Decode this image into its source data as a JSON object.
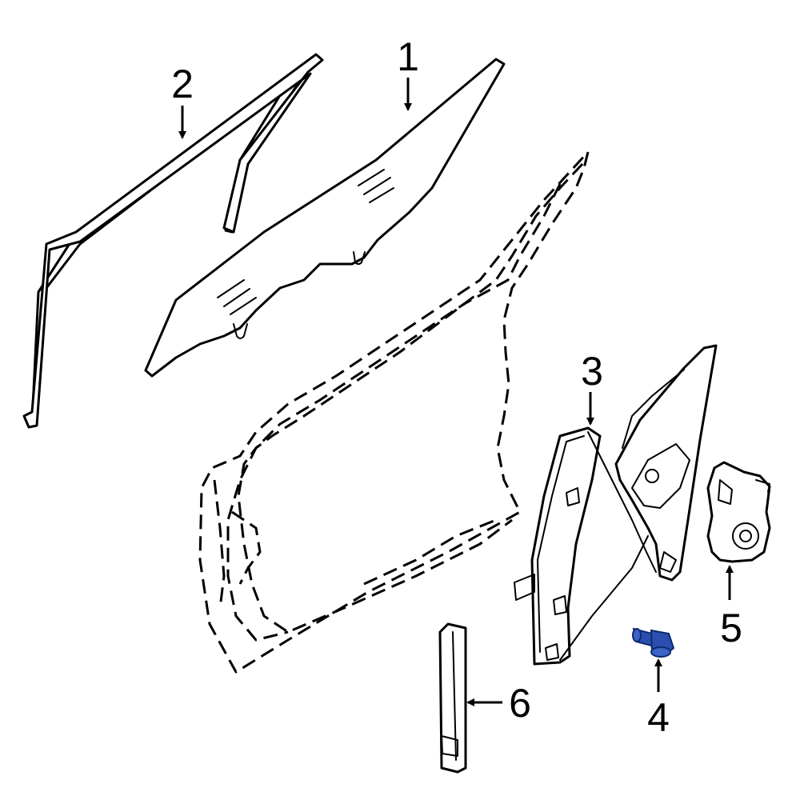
{
  "callouts": [
    {
      "id": "1",
      "label": "1"
    },
    {
      "id": "2",
      "label": "2"
    },
    {
      "id": "3",
      "label": "3"
    },
    {
      "id": "4",
      "label": "4"
    },
    {
      "id": "5",
      "label": "5"
    },
    {
      "id": "6",
      "label": "6"
    }
  ],
  "colors": {
    "line": "#000000",
    "background": "#ffffff",
    "highlight_part": "#2a4fb0"
  },
  "highlighted_callout": "4"
}
